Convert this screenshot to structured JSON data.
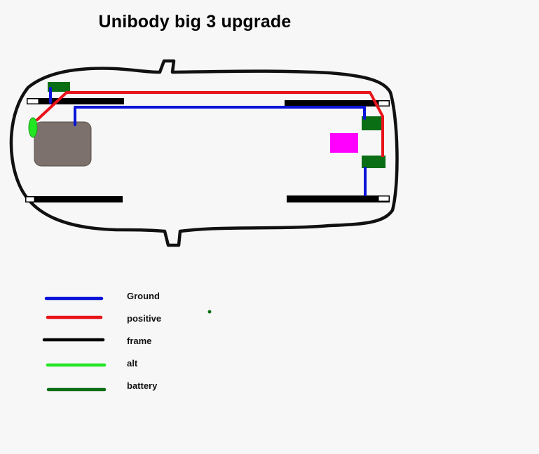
{
  "title": "Unibody big 3 upgrade",
  "colors": {
    "ground": "#0a14d8",
    "positive": "#e8141a",
    "frame": "#000000",
    "alt": "#22e622",
    "battery": "#0a6e14",
    "engine": "#7c716c",
    "component": "#ff00ff",
    "outline": "#111111",
    "background": "#f7f7f7"
  },
  "legend": {
    "items": [
      {
        "key": "ground",
        "label": "Ground",
        "color": "#0a14d8"
      },
      {
        "key": "positive",
        "label": "positive",
        "color": "#e8141a"
      },
      {
        "key": "frame",
        "label": "frame",
        "color": "#000000"
      },
      {
        "key": "alt",
        "label": "alt",
        "color": "#22e622"
      },
      {
        "key": "battery",
        "label": "battery",
        "color": "#0a6e14"
      }
    ]
  },
  "diagram": {
    "components": [
      "car-outline",
      "engine-block",
      "alternator",
      "front-battery",
      "rear-battery-top",
      "rear-battery-bottom",
      "magenta-component",
      "frame-rail-top-front",
      "frame-rail-top-rear",
      "frame-rail-bottom-front",
      "frame-rail-bottom-rear"
    ]
  }
}
